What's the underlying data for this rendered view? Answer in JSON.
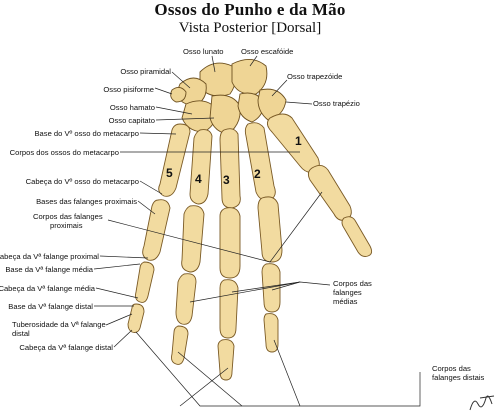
{
  "header": {
    "title": "Ossos do Punho e da Mão",
    "subtitle": "Vista Posterior [Dorsal]"
  },
  "labels": {
    "lunato": "Osso lunato",
    "escafoide": "Osso escafóide",
    "piramidal": "Osso piramidal",
    "trapezoide": "Osso trapezóide",
    "pisiforme": "Osso pisiforme",
    "trapezio": "Osso trapézio",
    "hamato": "Osso hamato",
    "capitato": "Osso capitato",
    "base_v_metacarpo": "Base do Vº osso do metacarpo",
    "corpos_metacarpo": "Corpos dos ossos do metacarpo",
    "cabeca_v_metacarpo": "Cabeça do Vº osso do metacarpo",
    "bases_falanges_proximais": "Bases das falanges proximais",
    "corpos_falanges_proximais_1": "Corpos das falanges",
    "corpos_falanges_proximais_2": "proximais",
    "cabeca_v_falange_proximal": "Cabeça da Vª falange proximal",
    "base_v_falange_media": "Base da Vª falange média",
    "cabeca_v_falange_media": "Cabeça da Vª falange média",
    "base_v_falange_distal": "Base da Vª falange distal",
    "tuberosidade_1": "Tuberosidade da Vª falange",
    "tuberosidade_2": "distal",
    "cabeca_v_falange_distal": "Cabeça da Vª falange distal",
    "corpos_falanges_medias_1": "Corpos das",
    "corpos_falanges_medias_2": "falanges",
    "corpos_falanges_medias_3": "médias",
    "corpos_falanges_distais_1": "Corpos das",
    "corpos_falanges_distais_2": "falanges distais"
  },
  "metacarpal_numbers": [
    "1",
    "2",
    "3",
    "4",
    "5"
  ],
  "signature": "Netter",
  "colors": {
    "bone": "#f2dba0",
    "bone_outline": "#7a5a25",
    "background": "#ffffff"
  }
}
